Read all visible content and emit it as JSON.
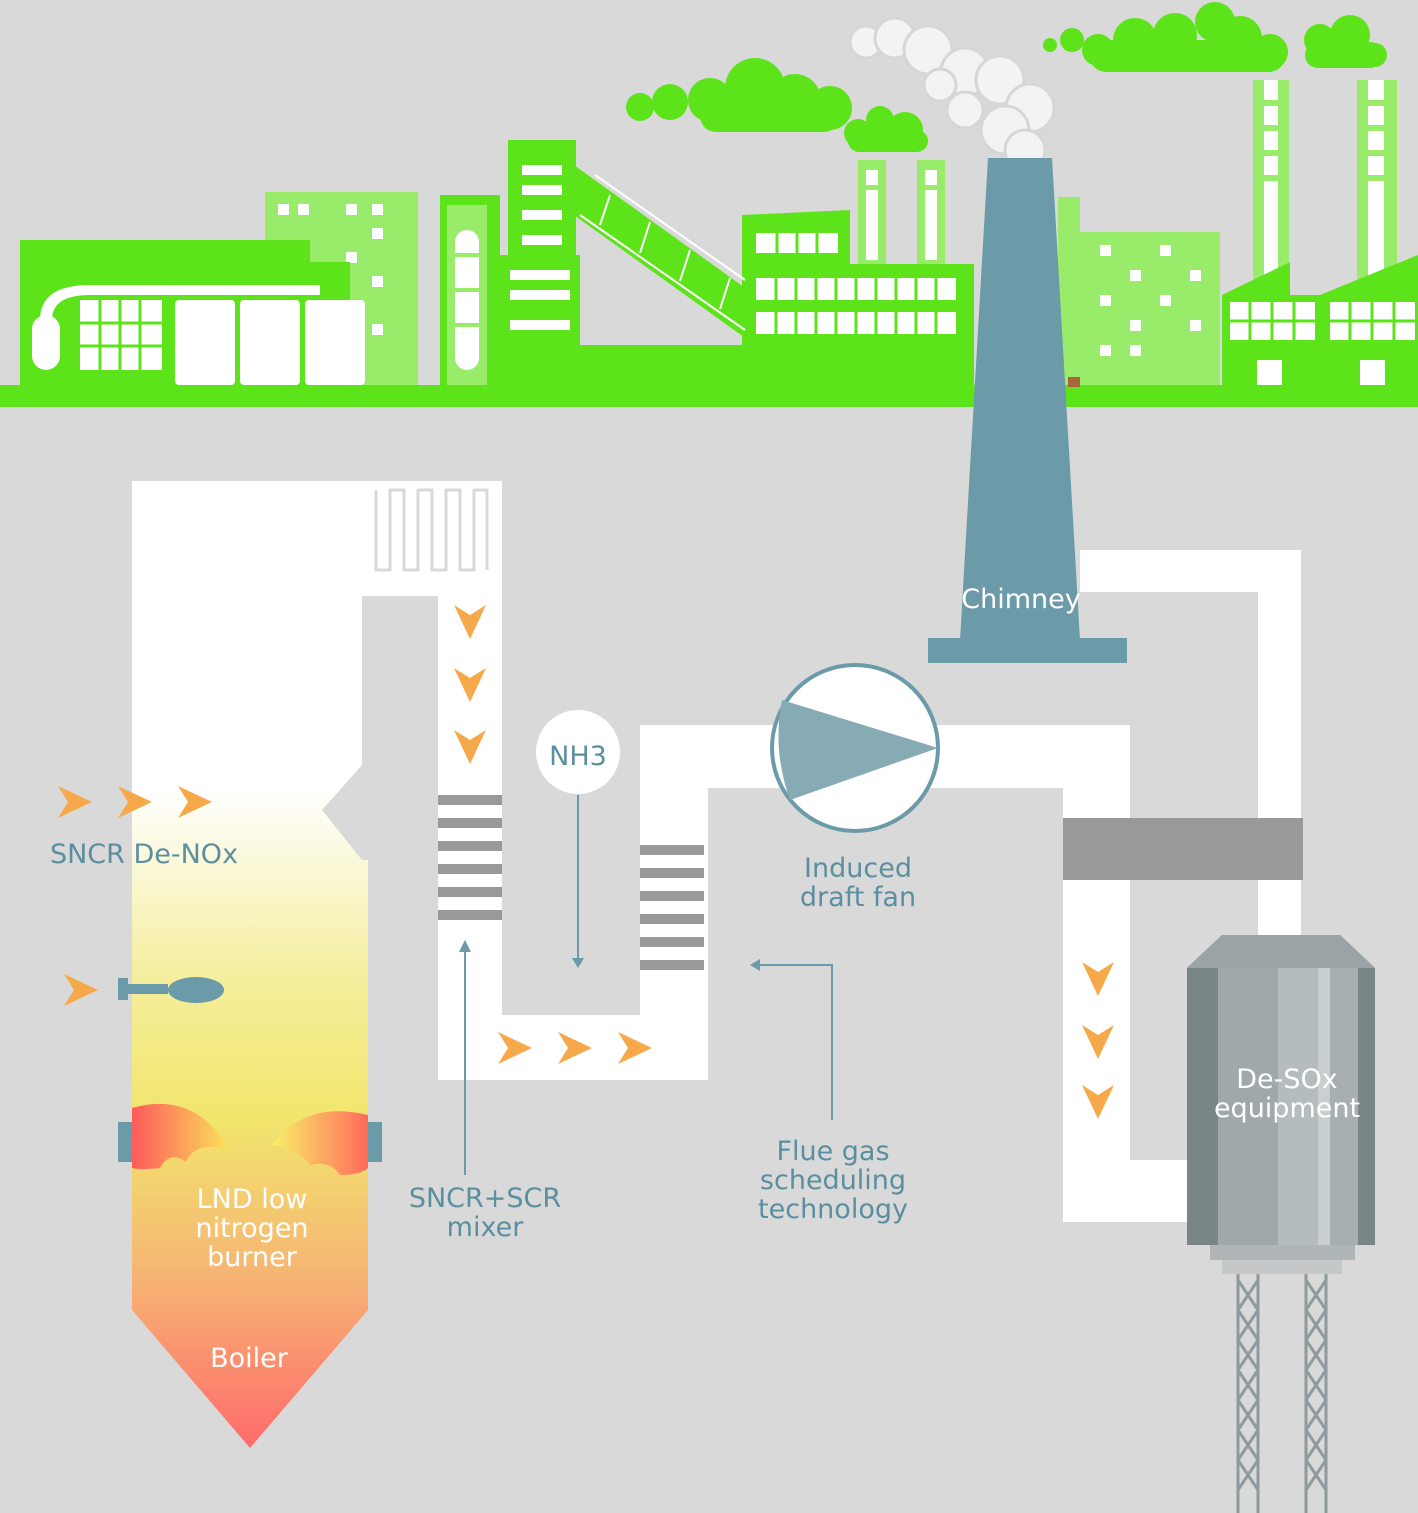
{
  "labels": {
    "chimney": "Chimney",
    "nh3": "NH3",
    "sncr_denox": "SNCR De-NOx",
    "fan": [
      "Induced",
      "draft fan"
    ],
    "desox": [
      "De-SOx",
      "equipment"
    ],
    "flue": [
      "Flue gas",
      "scheduling",
      "technology"
    ],
    "mixer": [
      "SNCR+SCR",
      "mixer"
    ],
    "burner": [
      "LND low",
      "nitrogen",
      "burner"
    ],
    "boiler": "Boiler"
  },
  "colors": {
    "background": "#d9d9d9",
    "green_bright": "#5de31a",
    "green_light": "#98ec6a",
    "pipe": "#ffffff",
    "steel_blue": "#6b9aa8",
    "arrow_orange": "#f5a94a",
    "label_blue": "#5b8fa0",
    "boiler_top": "#fffbe6",
    "boiler_mid": "#f0e67a",
    "boiler_low": "#f6b070",
    "boiler_bottom": "#ff6f6f",
    "desox_gray": "#8e9a9d",
    "damper_gray": "#999999"
  },
  "icons": [
    "cloud-icon",
    "smoke-icon",
    "fan-icon",
    "burner-flame-icon",
    "injector-icon",
    "flow-arrow-icon"
  ]
}
